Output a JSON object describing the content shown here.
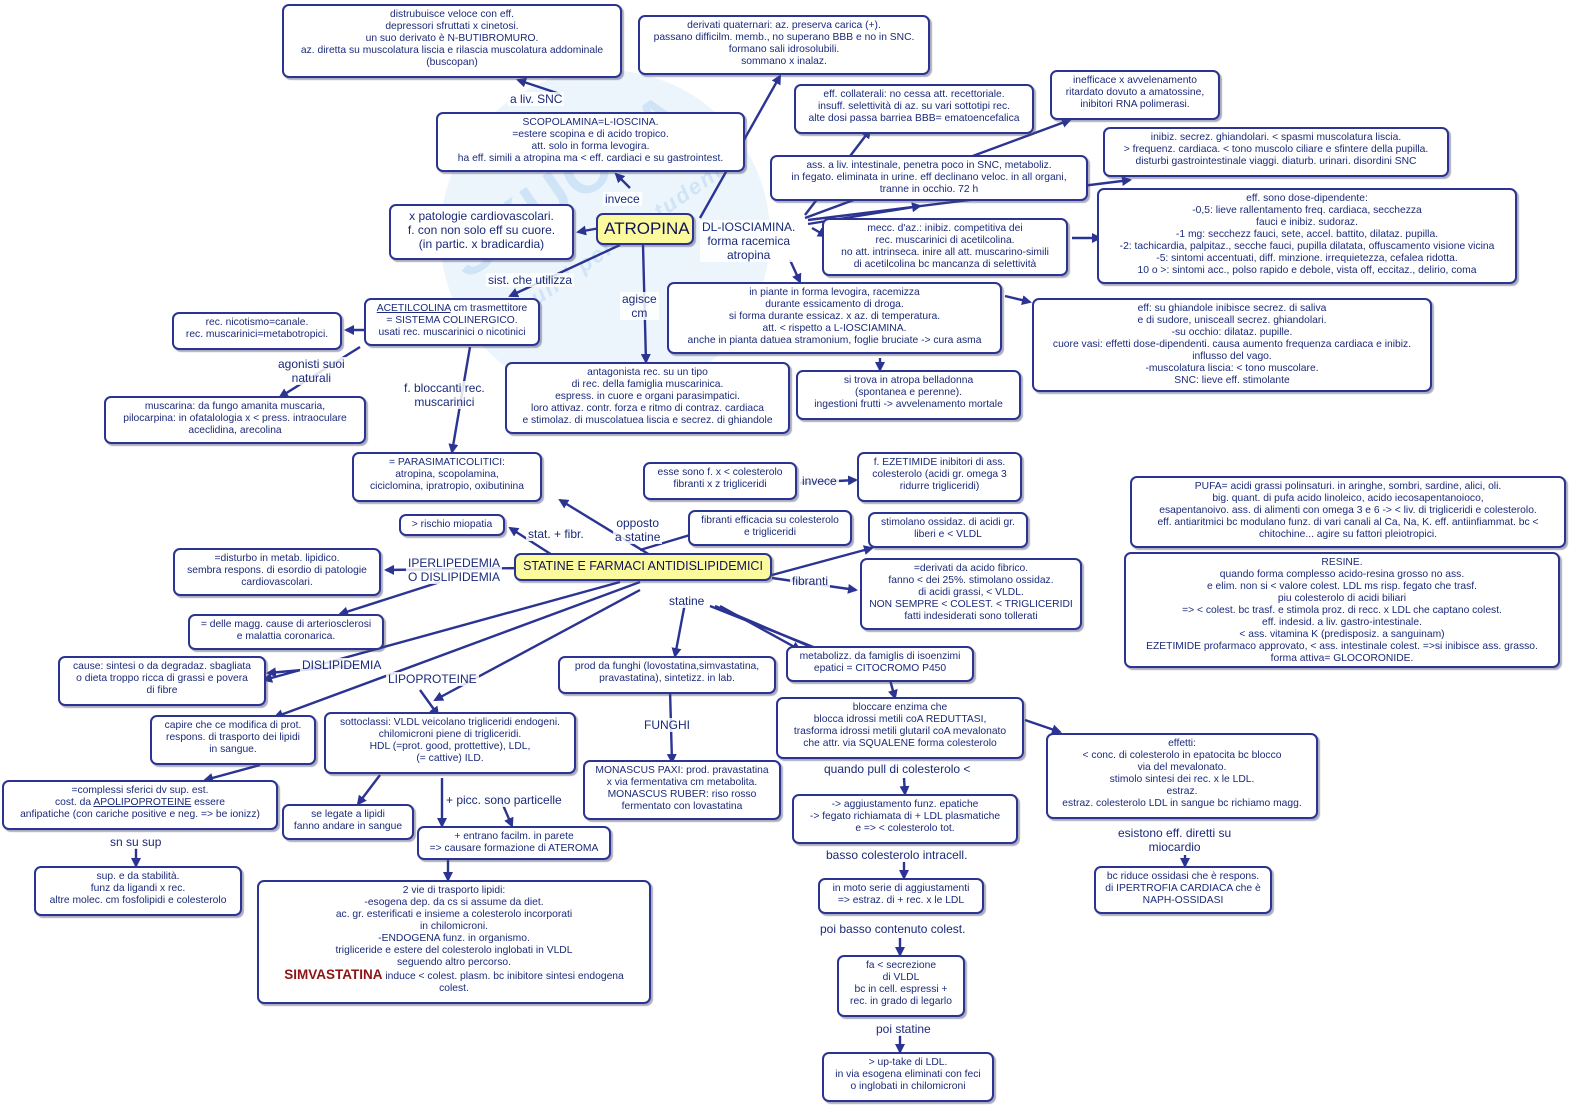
{
  "nodes": {
    "n_buscopan": "distrubuisce veloce con eff.\ndepressori sfruttati x cinetosi.\nun suo derivato è N-BUTIBROMURO.\naz. diretta su muscolatura liscia e rilascia muscolatura addominale\n(buscopan)",
    "n_quaternari": "derivati quaternari: az. preserva carica (+).\npassano difficilm. memb., no superano BBB e no in SNC.\nformano sali idrosolubili.\nsommano x inalaz.",
    "n_collaterali": "eff. collaterali: no cessa att. recettoriale.\ninsuff. selettività di az. su vari sottotipi rec.\nalte dosi passa barriea BBB= ematoencefalica",
    "n_inefficace": "inefficace x avvelenamento\nritardato dovuto a amatossine,\ninibitori RNA polimerasi.",
    "n_scopolamina": "SCOPOLAMINA=L-IOSCINA.\n=estere scopina e di acido tropico.\natt. solo in forma levogira.\nha eff. simili a atropina ma < eff. cardiaci e su gastrointest.",
    "n_inibiz_secrez": "inibiz. secrez. ghiandolari. < spasmi muscolatura liscia.\n> frequenz. cardiaca. < tono muscolo ciliare e sfintere della pupilla.\ndisturbi gastrointestinale viaggi. diaturb. urinari. disordini SNC",
    "n_ass_intestinale": "ass. a liv. intestinale, penetra poco in SNC, metaboliz.\nin fegato. eliminata in urine. eff declinano veloc. in all organi,\ntranne in occhio. 72 h",
    "n_dose_dip": "eff. sono dose-dipendente:\n-0,5: lieve rallentamento freq. cardiaca, secchezza\nfauci e inibiz. sudoraz.\n-1 mg: secchezz fauci, sete, accel. battito, dilataz. pupilla.\n-2: tachicardia, palpitaz., secche fauci, pupilla dilatata, offuscamento visione vicina\n-5: sintomi accentuati, diff. minzione. irrequietezza, cefalea ridotta.\n10 o >: sintomi acc., polso rapido e debole, vista off, eccitaz., delirio, coma",
    "n_patologie": "x patologie cardiovascolari.\nf. con non solo eff su cuore.\n(in partic. x bradicardia)",
    "n_atropina": "ATROPINA",
    "n_mecc_az": "mecc. d'az.: inibiz. competitiva dei\nrec. muscarinici di acetilcolina.\nno att. intrinseca. inire all att. muscarino-simili\ndi acetilcolina bc mancanza di selettività",
    "n_piante": "in piante in forma levogira, racemizza\ndurante essicamento di droga.\nsi forma durante essicaz. x az. di temperatura.\natt. < rispetto a L-IOSCIAMINA.\nanche in pianta datuea stramonium, foglie bruciate -> cura asma",
    "n_eff_ghiandole": "eff: su ghiandole inibisce secrez. di saliva\ne di sudore, unisceall secrez. ghiandolari.\n-su occhio: dilataz. pupille.\ncuore vasi: effetti dose-dipendenti. causa aumento frequenza cardiaca e inibiz.\ninflusso del vago.\n-muscolatura liscia: < tono muscolare.\nSNC: lieve eff. stimolante",
    "n_nicotinico": "rec. nicotismo=canale.\nrec. muscarinici=metabotropici.",
    "n_acetilcolina_a": "ACETILCOLINA",
    "n_acetilcolina_b": " cm trasmettitore\n= SISTEMA COLINERGICO.\nusati rec. muscarinici o nicotinici",
    "n_antagonista": "antagonista rec. su un tipo\ndi rec. della famiglia muscarinica.\nespress. in cuore e organi parasimpatici.\nloro attivaz. contr. forza e ritmo di contraz. cardiaca\ne stimolaz. di muscolatuea liscia e secrez. di ghiandole",
    "n_belladonna": "si trova in atropa belladonna\n(spontanea e perenne).\ningestioni frutti -> avvelenamento mortale",
    "n_muscarina": "muscarina: da fungo amanita muscaria,\npilocarpina: in ofatalologia x < press. intraoculare\naceclidina, arecolina",
    "n_parasimpaticolitici": "= PARASIMATICOLITICI:\natropina, scopolamina,\nciciclomina, ipratropio, oxibutinina",
    "n_colesterolo_fibranti": "esse sono f. x < colesterolo\nfibranti x z trigliceridi",
    "n_ezetimide": "f. EZETIMIDE  inibitori di ass.\ncolesterolo (acidi gr. omega 3\nridurre trigliceridi)",
    "n_pufa": "PUFA= acidi grassi polinsaturi. in aringhe, sombri, sardine, alici, oli.\nbig. quant. di pufa acido linoleico, acido iecosapentanoioco,\nesapentanoivo. ass. di alimenti con omega 3 e 6 -> < liv. di trigliceridi e colesterolo.\neff. antiaritmici bc modulano funz. di vari canali al Ca, Na, K. eff. antiinfiammat. bc <\nchitochine... agire su fattori pleiotropici.",
    "n_miopatia": "> rischio miopatia",
    "n_fibranti_eff": "fibranti efficacia su colesterolo\ne trigliceridi",
    "n_stimolano": "stimolano ossidaz. di acidi gr.\nliberi e < VLDL",
    "n_statine": "STATINE E FARMACI ANTIDISLIPIDEMICI",
    "n_disturbo": "=disturbo in metab. lipidico.\nsembra respons. di esordio di patologie\ncardiovascolari.",
    "n_derivati_fibrico": "=derivati da acido fibrico.\nfanno < dei 25%. stimolano ossidaz.\ndi acidi grassi, < VLDL.\nNON SEMPRE < COLEST. < TRIGLICERIDI\nfatti indesiderati sono tollerati",
    "n_resine": "RESINE.\nquando forma complesso acido-resina grosso no ass.\ne elim. non si < valore colest. LDL ms risp. fegato che trasf.\npiu colesterolo di acidi biliari\n=> < colest. bc trasf. e stimola proz. di recc. x LDL che captano colest.\neff. indesid. a liv. gastro-intestinale.\n< ass. vitamina K (predisposiz. a sanguinam)\nEZETIMIDE profarmaco approvato, < ass. intestinale colest. =>si inibisce ass. grasso.\nforma attiva= GLOCORONIDE.",
    "n_arteriosclerosi": "= delle magg. cause di arteriosclerosi\ne malattia coronarica.",
    "n_cause": "cause: sintesi o da degradaz. sbagliata\no dieta troppo ricca di grassi e povera\ndi fibre",
    "n_prod_funghi": "prod da funghi (lovostatina,simvastatina,\npravastatina), sintetizz. in lab.",
    "n_citocromo": "metabolizz. da famiglis di isoenzimi\nepatici = CITOCROMO P450",
    "n_capire": "capire che ce modifica di prot.\nrespons. di trasporto dei lipidi\nin sangue.",
    "n_sottoclassi": "sottoclassi: VLDL veicolano trigliceridi endogeni.\nchilomicroni piene di trigliceridi.\nHDL (=prot. good, prottettive), LDL,\n(= cattive) ILD.",
    "n_bloccare": "bloccare enzima che\nblocca idrossi metili coA REDUTTASI,\ntrasforma idrossi metili glutaril coA mevalonato\nche attr. via SQUALENE forma colesterolo",
    "n_effetti": "effetti:\n< conc. di colesterolo in epatocita bc blocco\nvia del mevalonato.\nstimolo sintesi dei rec. x le LDL.\nestraz.\nestraz. colesterolo LDL in sangue bc richiamo magg.",
    "n_complessi_a": "=complessi sferici dv sup. est.\ncost. da ",
    "n_complessi_u": "APOLIPOPROTEINE",
    "n_complessi_b": " essere\nanfipatiche (con cariche positive e neg. => be ionizz)",
    "n_monascus": "MONASCUS PAXI: prod. pravastatina\nx via fermentativa cm metabolita.\nMONASCUS RUBER: riso rosso\nfermentato con lovastatina",
    "n_aggiustamento": "-> aggiustamento funz. epatiche\n-> fegato richiamata di + LDL plasmatiche\ne => < colesterolo tot.",
    "n_legate": "se legate a lipidi\nfanno andare in sangue",
    "n_ateroma": "+ entrano facilm. in parete\n=> causare formazione di ATEROMA",
    "n_sup": "sup. e da stabilità.\nfunz da ligandi x rec.\naltre molec. cm fosfolipidi e colesterolo",
    "n_vie": "2 vie di trasporto lipidi:\n-esogena dep. da cs si assume da diet.\nac. gr. esterificati e insieme a colesterolo incorporati\nin chilomicroni.\n-ENDOGENA funz. in organismo.\ntrigliceride e estere del colesterolo inglobati in VLDL\nseguendo altro percorso.",
    "n_simva_name": "SIMVASTATINA",
    "n_simva_rest": " induce < colest. plasm. bc inibitore sintesi endogena\ncolest.",
    "n_in_moto": "in moto serie di aggiustamenti\n=> estraz. di + rec. x le LDL",
    "n_ipertrofia": "bc riduce ossidasi che è respons.\ndi IPERTROFIA CARDIACA  che è\nNAPH-OSSIDASI",
    "n_secrezione": "fa < secrezione\ndi VLDL\nbc in cell. espressi +\nrec. in grado di legarlo",
    "n_uptake": "> up-take di LDL.\nin via esogena eliminati con feci\no inglobati in chilomicroni"
  },
  "labels": {
    "l_a_liv_snc": "a liv. SNC",
    "l_invece1": "invece",
    "l_dl": "DL-IOSCIAMINA.\nforma racemica\natropina",
    "l_sist": "sist. che utilizza",
    "l_agisce": "agisce\ncm",
    "l_agonisti": "agonisti suoi\nnaturali",
    "l_fbloccanti": "f. bloccanti rec.\nmuscarinici",
    "l_invece2": "invece",
    "l_opposto": "opposto\na statine",
    "l_stat_fibr": "stat. + fibr.",
    "l_iperlipidemia": "IPERLIPEDEMIA\nO DISLIPIDEMIA",
    "l_fibranti": "fibranti",
    "l_statine": "statine",
    "l_dislipidemia": "DISLIPIDEMIA",
    "l_lipoproteine": "LIPOPROTEINE",
    "l_funghi": "FUNGHI",
    "l_quando": "quando pull di colesterolo <",
    "l_esistono": "esistono eff. diretti su\nmiocardio",
    "l_picc": "+ picc. sono particelle",
    "l_sn": "sn su sup",
    "l_basso": "basso colesterolo intracell.",
    "l_poi_basso": "poi basso contenuto colest.",
    "l_poi_statine": "poi statine"
  },
  "watermark": {
    "text": "SKUOLA",
    "tagline": "appunti per lo studente"
  },
  "colors": {
    "node_border": "#2b3493",
    "highlight_fill": "#fbfa9c",
    "text": "#1b2a7a",
    "simvastatina": "#8e1414"
  }
}
